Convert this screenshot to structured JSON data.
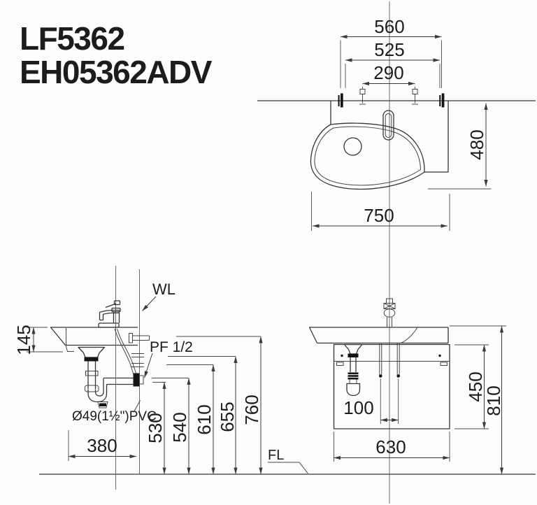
{
  "title": {
    "model_1": "LF5362",
    "model_2": "EH05362ADV"
  },
  "top_view": {
    "dim_hanger_span": "560",
    "dim_bracket_span": "525",
    "dim_bolt_span": "290",
    "dim_depth": "480",
    "dim_basin_width": "750"
  },
  "side_view": {
    "label_wall_line": "WL",
    "label_supply": "PF 1/2",
    "label_drain_pipe": "Ø49(1½\")PVC",
    "dim_apron_height": "145",
    "dim_h_530": "530",
    "dim_h_540": "540",
    "dim_h_610": "610",
    "dim_h_655": "655",
    "dim_h_760": "760",
    "dim_depth_380": "380"
  },
  "front_view": {
    "label_floor_line": "FL",
    "dim_pipe_spacing": "100",
    "dim_cabinet_height": "450",
    "dim_rim_height": "810",
    "dim_cabinet_width": "630"
  },
  "colors": {
    "line": "#353535",
    "dim_line": "#3a3a3a",
    "text": "#1c1c1c",
    "background": "#fdfdfd"
  }
}
